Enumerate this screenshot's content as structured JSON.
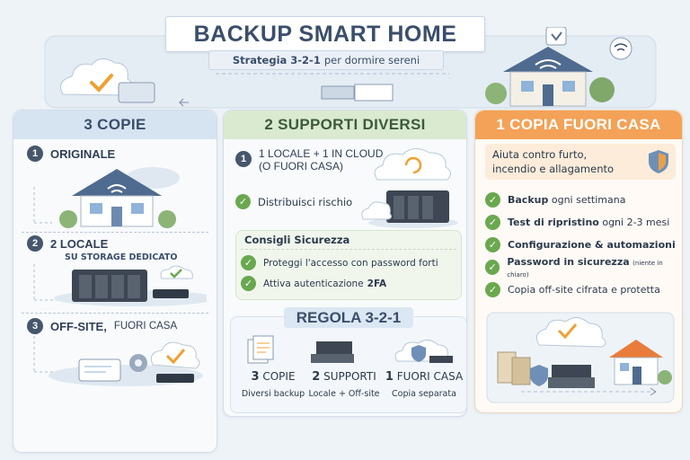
{
  "header": {
    "title": "BACKUP SMART HOME",
    "subtitle_bold": "Strategia 3-2-1",
    "subtitle_rest": "per dormire sereni"
  },
  "panel1": {
    "title": "3 COPIE",
    "items": [
      {
        "num": "1",
        "label": "ORIGINALE",
        "sub": ""
      },
      {
        "num": "2",
        "label": "2 LOCALE",
        "sub": "SU STORAGE DEDICATO"
      },
      {
        "num": "3",
        "label": "OFF-SITE,",
        "sub": "FUORI CASA"
      }
    ]
  },
  "panel2": {
    "title": "2 SUPPORTI DIVERSI",
    "item1_num": "1",
    "item1_line1": "1 LOCALE + 1 IN CLOUD",
    "item1_line2": "(O FUORI CASA)",
    "distribute": "Distribuisci rischio",
    "tips_title": "Consigli Sicurezza",
    "tip1": "Proteggi l'accesso con password forti",
    "tip2_pre": "Attiva autenticazione",
    "tip2_bold": "2FA"
  },
  "rule": {
    "title": "REGOLA 3-2-1",
    "cols": [
      {
        "big": "3",
        "word": "COPIE",
        "sub": "Diversi backup"
      },
      {
        "big": "2",
        "word": "SUPPORTI",
        "sub": "Locale + Off-site"
      },
      {
        "big": "1",
        "word": "FUORI CASA",
        "sub": "Copia separata"
      }
    ]
  },
  "panel3": {
    "title": "1 COPIA FUORI CASA",
    "desc_line1": "Aiuta contro furto,",
    "desc_line2": "incendio e allagamento",
    "checks": [
      {
        "bold": "Backup",
        "rest": "ogni settimana",
        "note": ""
      },
      {
        "bold": "Test di ripristino",
        "rest": "ogni 2-3 mesi",
        "note": ""
      },
      {
        "bold": "Configurazione & automazioni",
        "rest": "",
        "note": ""
      },
      {
        "bold": "Password in sicurezza",
        "rest": "",
        "note": "(niente in chiaro)"
      },
      {
        "bold": "",
        "rest": "Copia off-site cifrata e protetta",
        "note": ""
      }
    ]
  },
  "colors": {
    "accent_orange": "#f3a257",
    "check_green": "#6aa84f",
    "navy": "#3a4e6b"
  }
}
